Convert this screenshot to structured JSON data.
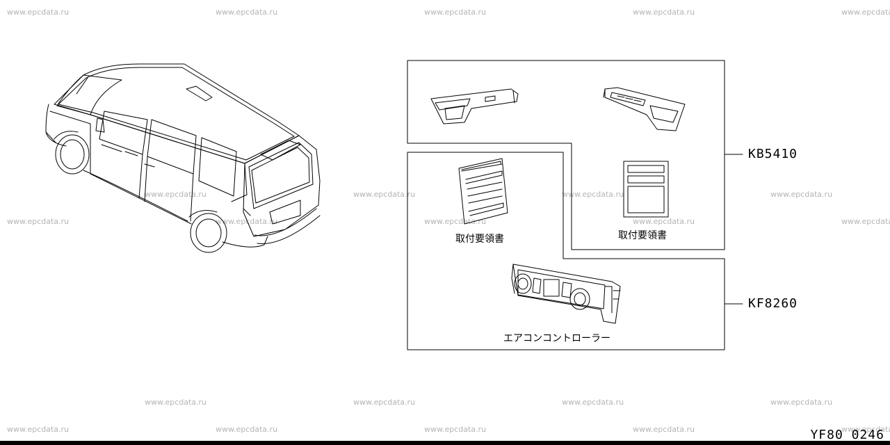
{
  "watermark": "www.epcdata.ru",
  "callouts": {
    "upper": "KB5410",
    "lower": "KF8260"
  },
  "captions": {
    "manual_left": "取付要領書",
    "manual_right": "取付要領書",
    "ac_controller": "エアコンコントローラー"
  },
  "reference_code": "YF80 0246"
}
